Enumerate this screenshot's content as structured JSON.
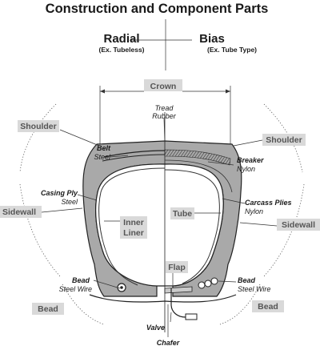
{
  "title": "Construction and Component Parts",
  "radial": {
    "label": "Radial",
    "sub": "(Ex. Tubeless)"
  },
  "bias": {
    "label": "Bias",
    "sub": "(Ex. Tube Type)"
  },
  "crown": "Crown",
  "tread": {
    "line1": "Tread",
    "line2": "Rubber"
  },
  "belt": {
    "line1": "Belt",
    "line2": "Steel"
  },
  "breaker": {
    "line1": "Breaker",
    "line2": "Nylon"
  },
  "casing_ply": {
    "line1": "Casing Ply",
    "line2": "Steel"
  },
  "carcass_plies": {
    "line1": "Carcass Plies",
    "line2": "Nylon"
  },
  "shoulder_left": "Shoulder",
  "shoulder_right": "Shoulder",
  "sidewall_left": "Sidewall",
  "sidewall_right": "Sidewall",
  "inner_liner": {
    "line1": "Inner",
    "line2": "Liner"
  },
  "tube": "Tube",
  "flap": "Flap",
  "bead_left": {
    "line1": "Bead",
    "line2": "Steel Wire"
  },
  "bead_right": {
    "line1": "Bead",
    "line2": "Steel Wire"
  },
  "bead_zone_left": "Bead",
  "bead_zone_right": "Bead",
  "valve": "Valve",
  "chafer": "Chafer",
  "colors": {
    "tire_fill": "#a9a9a9",
    "label_box": "#d9d9d9",
    "ink": "#1a1a1a"
  }
}
